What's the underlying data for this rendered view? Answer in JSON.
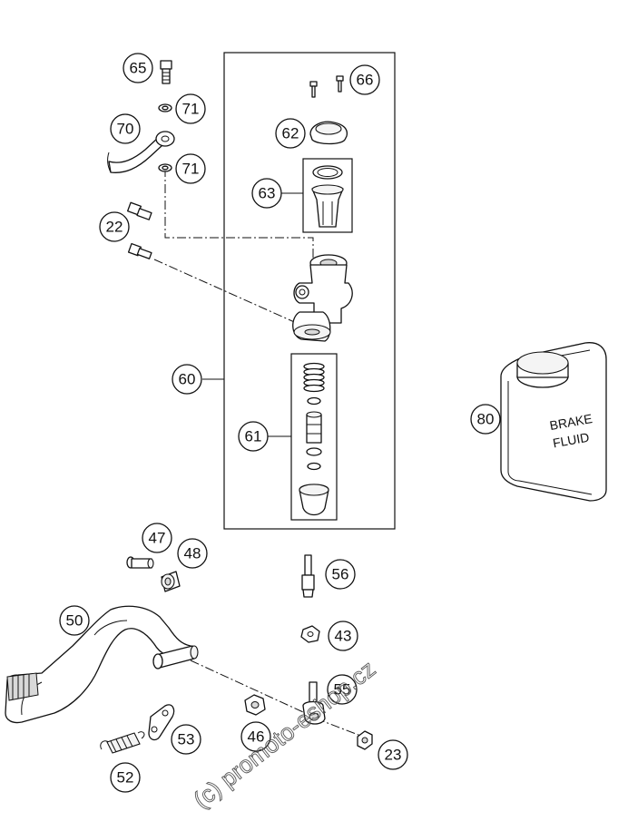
{
  "callouts": {
    "c65": "65",
    "c71a": "71",
    "c70": "70",
    "c71b": "71",
    "c22": "22",
    "c66": "66",
    "c62": "62",
    "c63": "63",
    "c60": "60",
    "c61": "61",
    "c80": "80",
    "c47": "47",
    "c48": "48",
    "c56": "56",
    "c50": "50",
    "c43": "43",
    "c55": "55",
    "c53": "53",
    "c46": "46",
    "c23": "23",
    "c52": "52"
  },
  "bottle": {
    "line1": "BRAKE",
    "line2": "FLUID"
  },
  "watermark": "(c) promoto-eshop.cz"
}
